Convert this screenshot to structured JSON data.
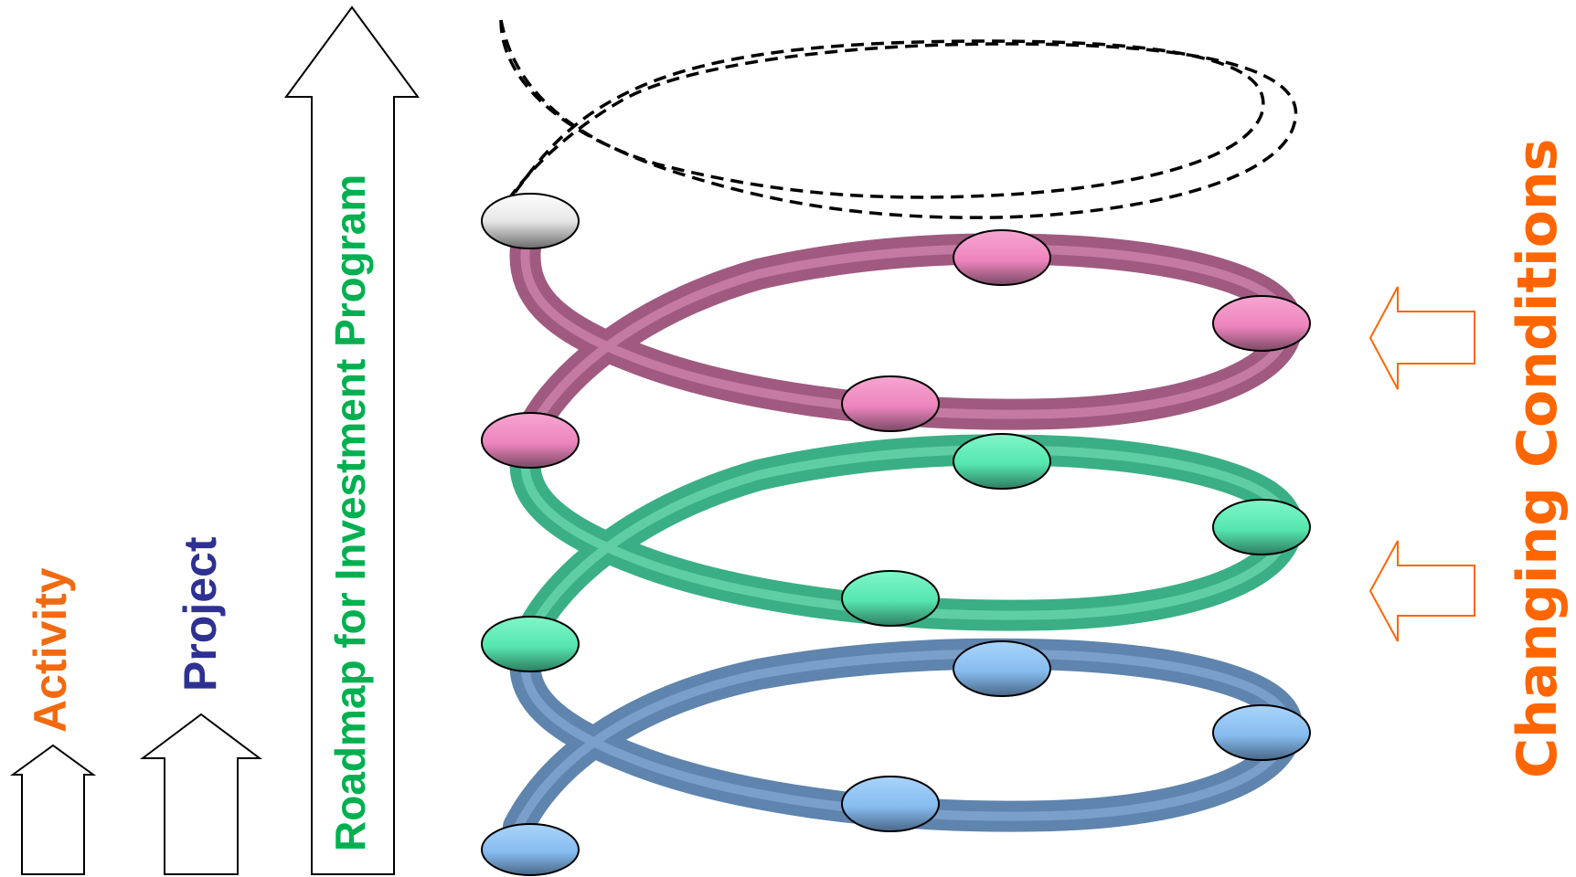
{
  "labels": {
    "activity": "Activity",
    "project": "Project",
    "roadmap": "Roadmap for Investment Program",
    "changing_conditions": "Changing Conditions"
  },
  "colors": {
    "activity_text": "#f26a10",
    "project_text": "#2e3192",
    "roadmap_text": "#00b050",
    "conditions_text": "#ff6600",
    "conditions_arrow": "#ff6600",
    "arrow_outline": "#000000",
    "coil_pink": "#a05a80",
    "coil_green": "#3aaf85",
    "coil_blue": "#5f84ad",
    "node_pink": "#f08cc0",
    "node_green": "#5ef0b8",
    "node_blue": "#8fc4f5",
    "node_gray": "#e8e8e8",
    "future_path": "#000000"
  },
  "icons": [
    "up-arrow-icon",
    "left-arrow-icon"
  ]
}
